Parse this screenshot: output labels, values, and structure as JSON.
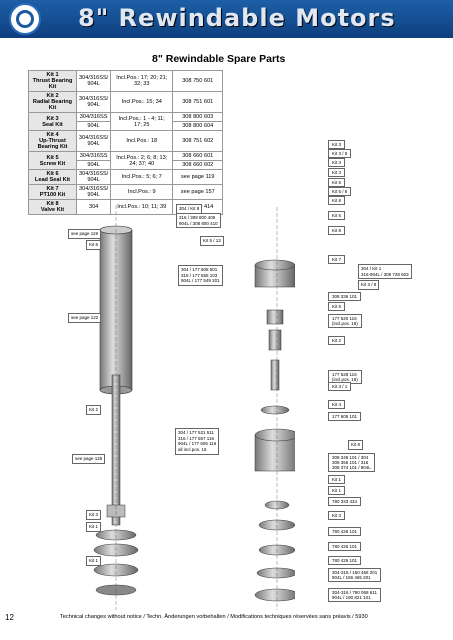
{
  "header": {
    "title": "8\" Rewindable Motors"
  },
  "section_title": "8\" Rewindable Spare Parts",
  "kits": [
    {
      "name": "Kit 1\nThrust Bearing\nKit",
      "rows": [
        {
          "mat": "304/316SS/\n904L",
          "pos": "Incl.Pos.: 17; 20; 21;\n32; 33",
          "num": "308 750 601"
        }
      ]
    },
    {
      "name": "Kit 2\nRadial Bearing Kit",
      "rows": [
        {
          "mat": "304/316SS/\n904L",
          "pos": "Incl.Pos.: 15; 34",
          "num": "308 751 601"
        }
      ]
    },
    {
      "name": "Kit 3\nSeal Kit",
      "rows": [
        {
          "mat": "304/316SS",
          "pos": "Incl.Pos.: 1 - 4; 11;\n17; 25",
          "num": "308 800 603"
        },
        {
          "mat": "904L",
          "pos": "",
          "num": "308 800 604"
        }
      ]
    },
    {
      "name": "Kit 4\nUp-Thrust\nBearing Kit",
      "rows": [
        {
          "mat": "304/316SS/\n904L",
          "pos": "Incl.Pos.: 18",
          "num": "308 751 602"
        }
      ]
    },
    {
      "name": "Kit 5\nScrew Kit",
      "rows": [
        {
          "mat": "304/316SS",
          "pos": "Incl.Pos.: 2; 6; 8; 13;\n24; 37; 40",
          "num": "308 660 601"
        },
        {
          "mat": "904L",
          "pos": "",
          "num": "308 660 602"
        }
      ]
    },
    {
      "name": "Kit 6\nLead Seal Kit",
      "rows": [
        {
          "mat": "304/316SS/\n904L",
          "pos": "Incl.Pos.: 5; 6; 7",
          "num": "see page 119"
        }
      ]
    },
    {
      "name": "Kit 7\nPT100 Kit",
      "rows": [
        {
          "mat": "304/316SS/\n904L",
          "pos": "Incl.Pos.: 9",
          "num": "see page 157"
        }
      ]
    },
    {
      "name": "Kit 8\nValve Kit",
      "rows": [
        {
          "mat": "304",
          "pos": "Incl.Pos.: 10; 11; 39",
          "num": "308 800 414"
        }
      ]
    }
  ],
  "annotations": {
    "a1": "304 / Kit 8",
    "a2": "316 / 308 800 406\n904L / 308 800 410",
    "a3": "see page 119",
    "a4": "Kit 6",
    "a5": "Kit 5 / 13",
    "a6": "304 / 177 608 501\n316 / 177 555 103\n904L / 177 549 201",
    "a7": "see page 122",
    "a8": "Kit 2",
    "a9": "see page 125",
    "a10": "304 / 177 531 511\n316 / 177 557 116\n904L / 177 605 116\nall incl.pos. 16",
    "a11": "Kit 3",
    "a12": "Kit 1",
    "a13": "Kit 1"
  },
  "right_labels": [
    "Kit 3",
    "Kit 3 / 5",
    "Kit 3",
    "Kit 3",
    "Kit 5",
    "Kit 5 / 8",
    "Kit 8",
    "Kit 6",
    "Kit 8",
    "Kit 7",
    "308 336 101",
    "Kit 5",
    "177 520 116\n(incl.pos. 18)",
    "Kit 2",
    "177 528 116\n(incl.pos. 18)",
    "Kit 3 / 1",
    "Kit 4",
    "177 605 101",
    "308 348 101 / 304\n308 356 101 / 316\n308 374 101 / 904L",
    "Kit 1",
    "Kit 1",
    "780 333 434",
    "Kit 3",
    "780 426 101",
    "780 426 101",
    "780 426 101",
    "304-316 / 150 456 201\n904L / 156 465 201",
    "304-316 / 790 068 611\n904L / 190 821 101"
  ],
  "side_label": "304 / Kit 1\n316-904L / 308 728 603",
  "side_label2": "Kit 3 / 8",
  "kit8_label": "Kit 8",
  "page_number": "12",
  "footer": "Technical changes without notice / Techn. Änderungen vorbehalten / Modifications techniques réservées sans préavis / 5930"
}
